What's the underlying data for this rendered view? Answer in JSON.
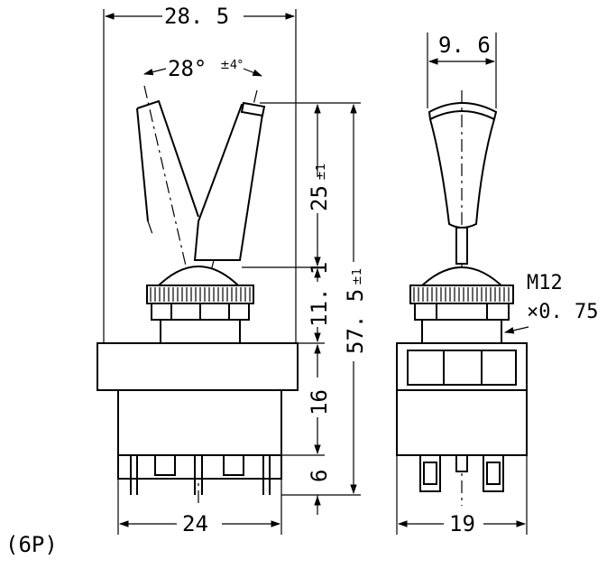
{
  "caption": "(6P)",
  "front_view": {
    "overall_width": "28. 5",
    "throw_angle": "28°",
    "throw_tolerance": "±4°",
    "lever_length": "25",
    "lever_tolerance": "±1",
    "bushing_height": "11. 1",
    "total_height": "57. 5",
    "total_tolerance": "±1",
    "body_height": "16",
    "terminal_length": "6",
    "body_width": "24"
  },
  "side_view": {
    "lever_width": "9. 6",
    "thread_line1": "M12",
    "thread_line2": "×0. 75",
    "body_width": "19"
  }
}
